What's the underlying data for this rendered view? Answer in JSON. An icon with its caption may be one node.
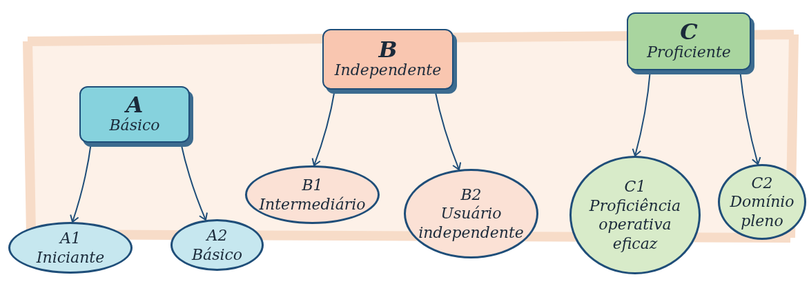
{
  "diagram": {
    "nodes": [
      {
        "text": [
          "A",
          "Básico"
        ]
      },
      {
        "text": [
          "B",
          "Independente"
        ]
      },
      {
        "text": [
          "C",
          "Proficiente"
        ]
      },
      {
        "text": [
          "A1",
          "Iniciante"
        ]
      },
      {
        "text": [
          "A2",
          "Básico"
        ]
      },
      {
        "text": [
          "B1",
          "Intermediário"
        ]
      },
      {
        "text": [
          "B2",
          "Usuário independente"
        ]
      },
      {
        "text": [
          "C1",
          "Proficiência operativa eficaz"
        ]
      },
      {
        "text": [
          "C2",
          "Domínio pleno"
        ]
      }
    ],
    "edges": [
      {
        "from": 0,
        "to": 3,
        "arrow": "to"
      },
      {
        "from": 0,
        "to": 4,
        "arrow": "to"
      },
      {
        "from": 1,
        "to": 5,
        "arrow": "to"
      },
      {
        "from": 1,
        "to": 6,
        "arrow": "to"
      },
      {
        "from": 2,
        "to": 7,
        "arrow": "to"
      },
      {
        "from": 2,
        "to": 8,
        "arrow": "to"
      }
    ]
  }
}
